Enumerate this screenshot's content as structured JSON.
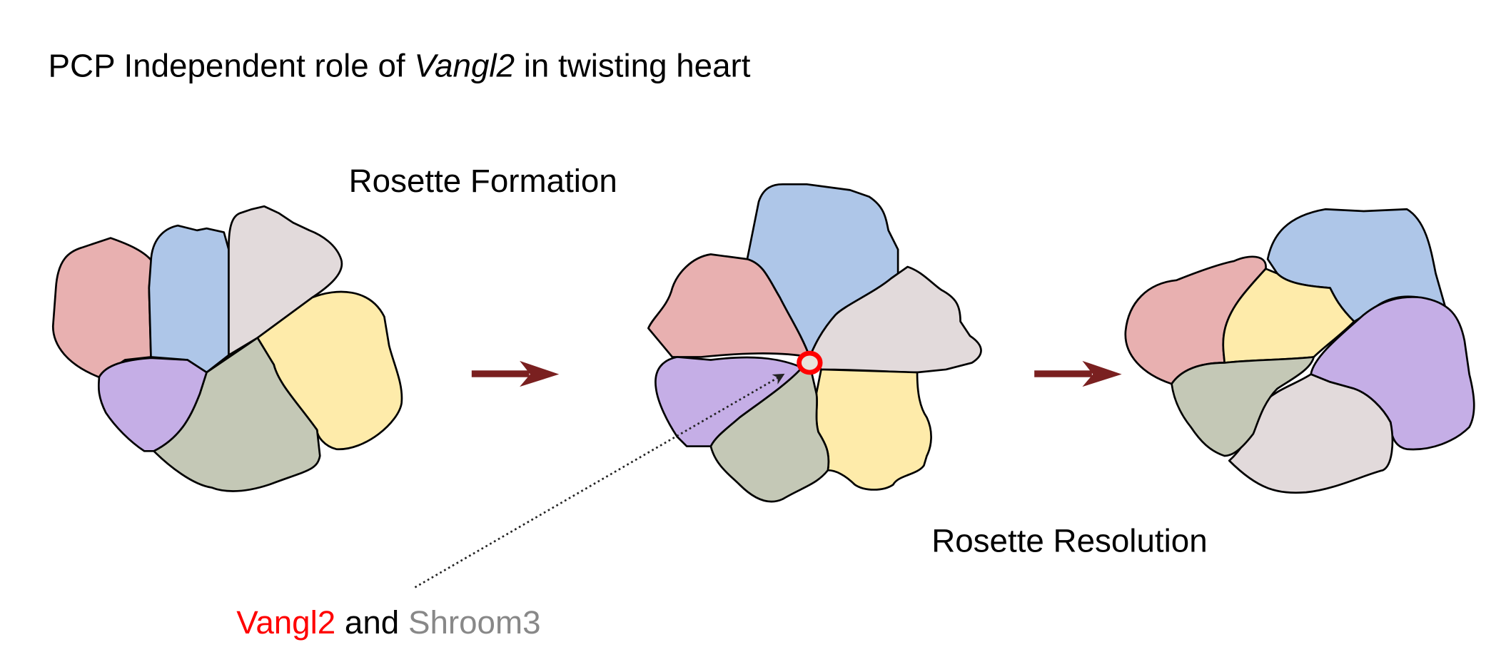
{
  "title": {
    "prefix": "PCP Independent role of ",
    "gene": "Vangl2",
    "suffix": " in twisting heart"
  },
  "labels": {
    "formation": "Rosette Formation",
    "resolution": "Rosette Resolution"
  },
  "annotation": {
    "protein1": "Vangl2",
    "connector": " and ",
    "protein2": "Shroom3"
  },
  "colors": {
    "pink": "#e8b0b0",
    "blue": "#aec6e8",
    "grey": "#e2dadb",
    "yellow": "#feebaa",
    "green": "#c4c8b6",
    "purple": "#c5aee6",
    "arrow": "#7a2020",
    "vangl2": "#ff0000",
    "shroom3": "#888888"
  }
}
